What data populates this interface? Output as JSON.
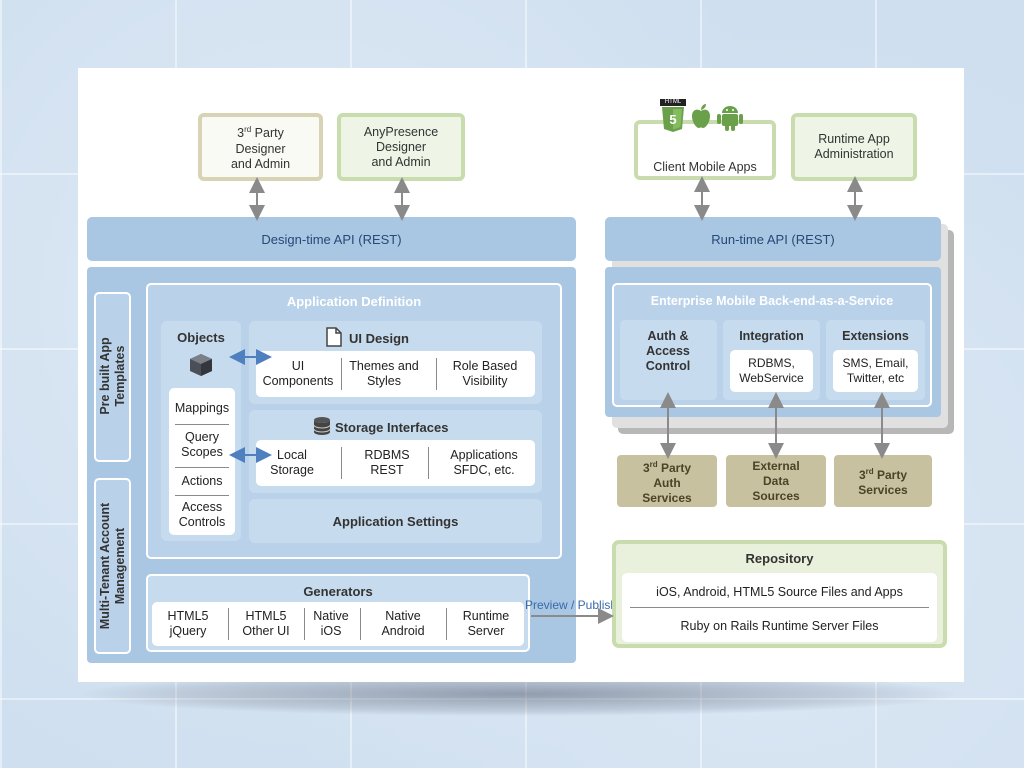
{
  "diagram": {
    "top_boxes": {
      "third_party_designer": {
        "line1_prefix": "3",
        "line1_sup": "rd",
        "line1_suffix": " Party",
        "line2": "Designer",
        "line3": "and Admin"
      },
      "anypresence_designer": {
        "line1": "AnyPresence",
        "line2": "Designer",
        "line3": "and Admin"
      },
      "client_mobile_apps": {
        "label": "Client Mobile Apps",
        "icon_badge": "HTML",
        "icon_number": "5"
      },
      "runtime_admin": {
        "line1": "Runtime App",
        "line2": "Administration"
      }
    },
    "design_time_api": "Design-time API (REST)",
    "run_time_api": "Run-time API (REST)",
    "side_labels": {
      "prebuilt_templates": [
        "Pre built App",
        "Templates"
      ],
      "multi_tenant": [
        "Multi-Tenant Account",
        "Management"
      ]
    },
    "application_definition": {
      "title": "Application Definition",
      "objects": {
        "title": "Objects",
        "items": [
          "Mappings",
          "Query Scopes",
          "Actions",
          "Access Controls"
        ]
      },
      "ui_design": {
        "title": "UI Design",
        "items": [
          "UI Components",
          "Themes and Styles",
          "Role Based Visibility"
        ]
      },
      "storage_interfaces": {
        "title": "Storage Interfaces",
        "items": [
          "Local Storage",
          "RDBMS REST",
          "Applications SFDC, etc."
        ]
      },
      "application_settings": "Application Settings"
    },
    "generators": {
      "title": "Generators",
      "items": [
        "HTML5 jQuery",
        "HTML5 Other UI",
        "Native iOS",
        "Native Android",
        "Runtime Server"
      ]
    },
    "preview_publish": "Preview / Publish",
    "embaas": {
      "title": "Enterprise Mobile Back-end-as-a-Service",
      "auth": "Auth & Access Control",
      "integration": {
        "title": "Integration",
        "body": "RDBMS, WebService"
      },
      "extensions": {
        "title": "Extensions",
        "body": "SMS, Email, Twitter, etc"
      }
    },
    "services": {
      "auth": {
        "line1_prefix": "3",
        "line1_sup": "rd",
        "line1_suffix": " Party",
        "line2": "Auth",
        "line3": "Services"
      },
      "external": {
        "line1": "External",
        "line2": "Data",
        "line3": "Sources"
      },
      "third_party": {
        "line1_prefix": "3",
        "line1_sup": "rd",
        "line1_suffix": " Party",
        "line2": "Services"
      }
    },
    "repository": {
      "title": "Repository",
      "line1": "iOS, Android, HTML5 Source Files and Apps",
      "line2": "Ruby on Rails Runtime Server Files"
    },
    "colors": {
      "api_blue": "#a9c6e3",
      "inner_blue": "#b9d1e9",
      "green_border": "#c8dcae",
      "tan": "#c8c1a0",
      "arrow_blue": "#4e7fbf"
    }
  }
}
